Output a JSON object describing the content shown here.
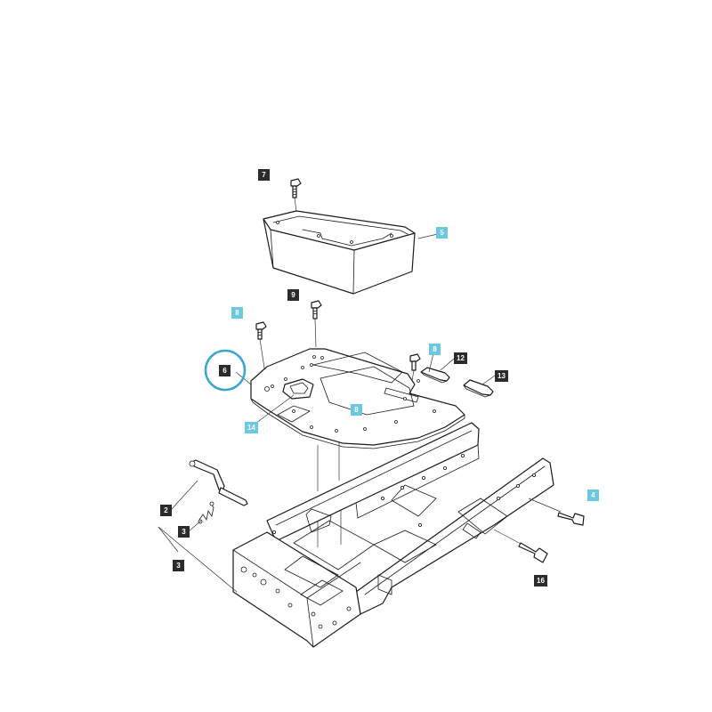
{
  "colors": {
    "label_dark": "#2b2b2b",
    "label_accent": "#6cc8de",
    "highlight_ring": "#3aa6cf",
    "line": "#1a1a1a"
  },
  "callouts": {
    "c7": "7",
    "c5": "5",
    "c9": "9",
    "c8a": "8",
    "c8b": "8",
    "c8c": "8",
    "c6": "6",
    "c12": "12",
    "c13": "13",
    "c14": "14",
    "c4": "4",
    "c2": "2",
    "c3a": "3",
    "c3b": "3",
    "c16": "16"
  }
}
